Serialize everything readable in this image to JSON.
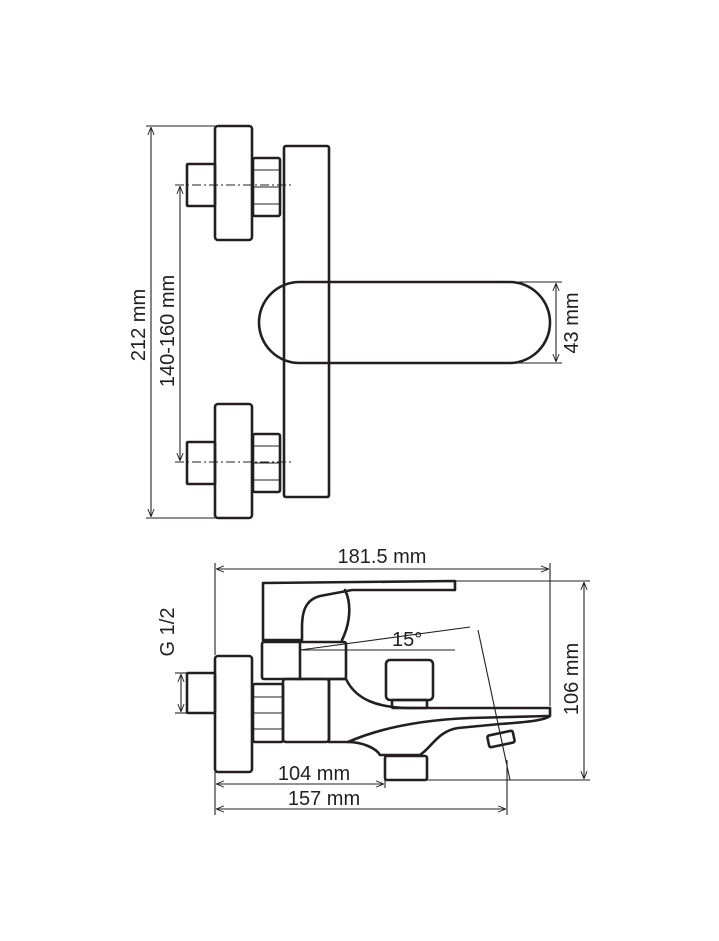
{
  "dimensions": {
    "total_height": "212 mm",
    "centers": "140-160 mm",
    "lever_height": "43 mm",
    "total_length": "181.5 mm",
    "angle": "15°",
    "thread": "G 1/2",
    "spout_depth": "104 mm",
    "body_height": "106 mm",
    "outlet_length": "157 mm"
  }
}
